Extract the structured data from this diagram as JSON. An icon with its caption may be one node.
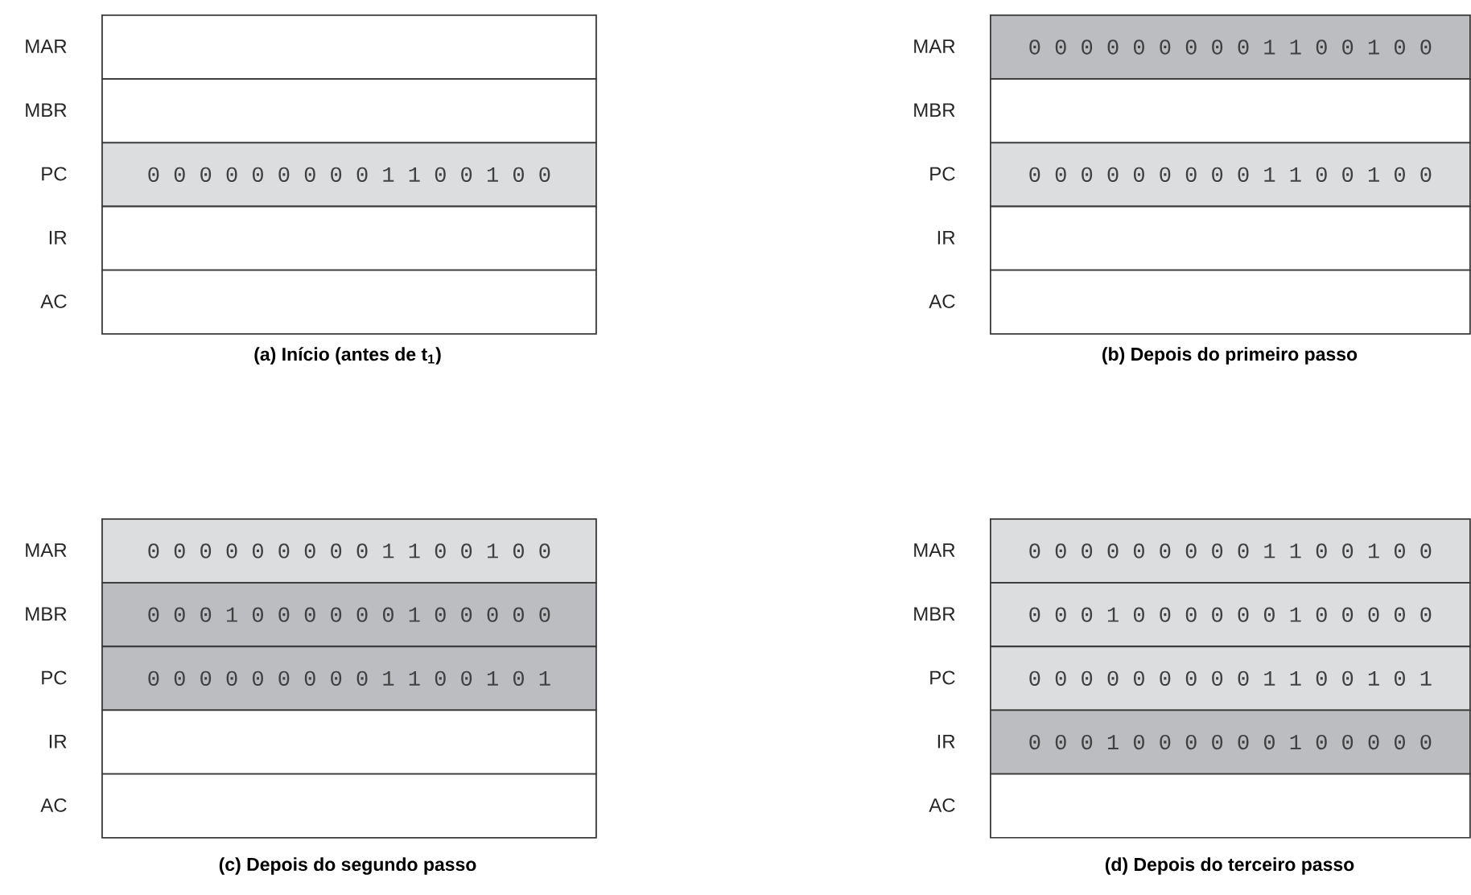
{
  "diagram": {
    "nodes": [
      {
        "text": [],
        "shape": "box",
        "beside": [
          "MAR"
        ]
      },
      {
        "text": [],
        "shape": "box",
        "beside": [
          "MBR"
        ]
      },
      {
        "text": [
          "0 0 0 0 0 0 0 0 0 1 1 0 0 1 0 0"
        ],
        "beside": [
          "PC"
        ]
      },
      {
        "text": [],
        "shape": "box",
        "beside": [
          "IR"
        ]
      },
      {
        "text": [],
        "shape": "box",
        "beside": [
          "AC"
        ]
      },
      {
        "text": [
          "0 0 0 0 0 0 0 0 0 1 1 0 0 1 0 0"
        ],
        "beside": [
          "MAR"
        ]
      },
      {
        "text": [],
        "shape": "box",
        "beside": [
          "MBR"
        ]
      },
      {
        "text": [
          "0 0 0 0 0 0 0 0 0 1 1 0 0 1 0 0"
        ],
        "beside": [
          "PC"
        ]
      },
      {
        "text": [],
        "shape": "box",
        "beside": [
          "IR"
        ]
      },
      {
        "text": [],
        "shape": "box",
        "beside": [
          "AC"
        ]
      },
      {
        "text": [
          "0 0 0 0 0 0 0 0 0 1 1 0 0 1 0 0"
        ],
        "beside": [
          "MAR"
        ]
      },
      {
        "text": [
          "0 0 0 1 0 0 0 0 0 0 1 0 0 0 0 0"
        ],
        "beside": [
          "MBR"
        ]
      },
      {
        "text": [
          "0 0 0 0 0 0 0 0 0 1 1 0 0 1 0 1"
        ],
        "beside": [
          "PC"
        ]
      },
      {
        "text": [],
        "shape": "box",
        "beside": [
          "IR"
        ]
      },
      {
        "text": [],
        "shape": "box",
        "beside": [
          "AC"
        ]
      },
      {
        "text": [
          "0 0 0 0 0 0 0 0 0 1 1 0 0 1 0 0"
        ],
        "beside": [
          "MAR"
        ]
      },
      {
        "text": [
          "0 0 0 1 0 0 0 0 0 0 1 0 0 0 0 0"
        ],
        "beside": [
          "MBR"
        ]
      },
      {
        "text": [
          "0 0 0 0 0 0 0 0 0 1 1 0 0 1 0 1"
        ],
        "beside": [
          "PC"
        ]
      },
      {
        "text": [
          "0 0 0 1 0 0 0 0 0 0 1 0 0 0 0 0"
        ],
        "beside": [
          "IR"
        ]
      },
      {
        "text": [],
        "shape": "box",
        "beside": [
          "AC"
        ]
      }
    ],
    "labels": [
      "(a) Início (antes de t$_{1}$)",
      "(b) Depois do primeiro passo",
      "(c) Depois do segundo passo",
      "(d) Depois do terceiro passo"
    ]
  }
}
